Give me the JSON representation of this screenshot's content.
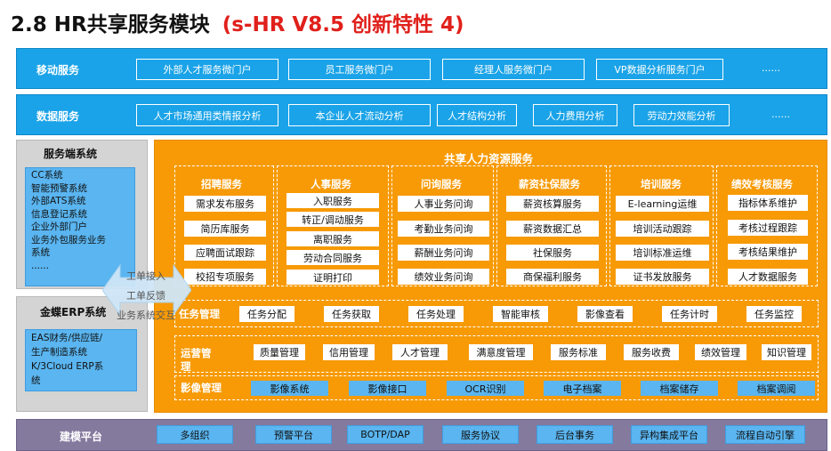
{
  "title": {
    "main": "2.8 HR共享服务模块",
    "sub": "(s-HR V8.5 创新特性 4)"
  },
  "mobile": {
    "label": "移动服务",
    "items": [
      "外部人才服务微门户",
      "员工服务微门户",
      "经理人服务微门户",
      "VP数据分析服务门户"
    ],
    "more": "......"
  },
  "data_services": {
    "label": "数据服务",
    "items": [
      "人才市场通用类情报分析",
      "本企业人才流动分析",
      "人才结构分析",
      "人力费用分析",
      "劳动力效能分析"
    ],
    "more": "......"
  },
  "server_systems": {
    "title": "服务端系统",
    "items": [
      "CC系统",
      "智能预警系统",
      "外部ATS系统",
      "信息登记系统",
      "企业外部门户",
      "业务外包服务业务",
      "系统",
      "......"
    ]
  },
  "erp": {
    "title": "金蝶ERP系统",
    "items": [
      "EAS财务/供应链/",
      "生产制造系统",
      "K/3Cloud ERP系",
      "统"
    ]
  },
  "arrow_labels": [
    "工单接入",
    "工单反馈",
    "业务系统交互"
  ],
  "shared_hr": {
    "title": "共享人力资源服务",
    "groups": [
      {
        "title": "招聘服务",
        "items": [
          "需求发布服务",
          "简历库服务",
          "应聘面试跟踪",
          "校招专项服务"
        ]
      },
      {
        "title": "人事服务",
        "items": [
          "入职服务",
          "转正/调动服务",
          "离职服务",
          "劳动合同服务",
          "证明打印"
        ]
      },
      {
        "title": "问询服务",
        "items": [
          "人事业务问询",
          "考勤业务问询",
          "薪酬业务问询",
          "绩效业务问询"
        ]
      },
      {
        "title": "薪资社保服务",
        "items": [
          "薪资核算服务",
          "薪资数据汇总",
          "社保服务",
          "商保福利服务"
        ]
      },
      {
        "title": "培训服务",
        "items": [
          "E-learning运维",
          "培训活动跟踪",
          "培训标准运维",
          "证书发放服务"
        ]
      },
      {
        "title": "绩效考核服务",
        "items": [
          "指标体系维护",
          "考核过程跟踪",
          "考核结果维护",
          "人才数据服务"
        ]
      }
    ],
    "task": {
      "label": "任务管理",
      "items": [
        "任务分配",
        "任务获取",
        "任务处理",
        "智能审核",
        "影像查看",
        "任务计时",
        "任务监控"
      ]
    },
    "ops": {
      "label": "运营管理",
      "items": [
        "质量管理",
        "信用管理",
        "人才管理",
        "满意度管理",
        "服务标准",
        "服务收费",
        "绩效管理",
        "知识管理"
      ]
    },
    "image": {
      "label": "影像管理",
      "items": [
        "影像系统",
        "影像接口",
        "OCR识别",
        "电子档案",
        "档案储存",
        "档案调阅"
      ]
    }
  },
  "platform": {
    "label": "建模平台",
    "items": [
      "多组织",
      "预警平台",
      "BOTP/DAP",
      "服务协议",
      "后台事务",
      "异构集成平台",
      "流程自动引擎"
    ]
  },
  "colors": {
    "band_blue": "#1aa3e8",
    "light_blue": "#5ab5f0",
    "orange": "#f79a05",
    "purple": "#847a9e",
    "title_red": "#e0201b"
  }
}
